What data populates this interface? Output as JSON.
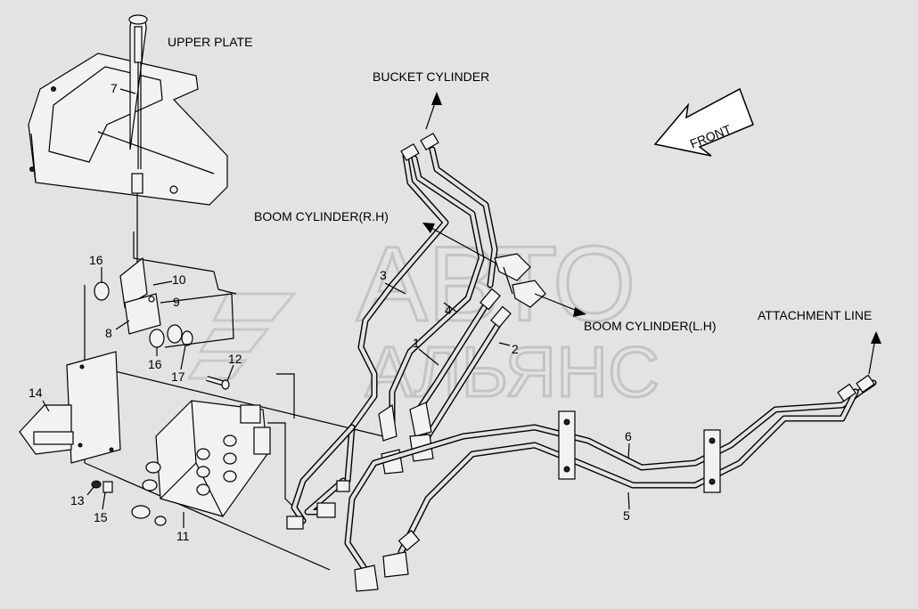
{
  "labels": {
    "upper_plate": "UPPER PLATE",
    "bucket_cylinder": "BUCKET CYLINDER",
    "boom_cylinder_rh": "BOOM CYLINDER(R.H)",
    "boom_cylinder_lh": "BOOM CYLINDER(L.H)",
    "attachment_line": "ATTACHMENT LINE",
    "front": "FRONT"
  },
  "callouts": {
    "c1": "1",
    "c2": "2",
    "c3": "3",
    "c4": "4",
    "c5": "5",
    "c6": "6",
    "c7": "7",
    "c8": "8",
    "c9": "9",
    "c10": "10",
    "c11": "11",
    "c12": "12",
    "c13": "13",
    "c14": "14",
    "c15": "15",
    "c16a": "16",
    "c16b": "16",
    "c17": "17"
  },
  "watermark": {
    "line1": "АВТО",
    "line2": "АЛЬЯНС"
  },
  "colors": {
    "background": "#e3e3e3",
    "line": "#000000",
    "watermark": "#c4c4c4"
  }
}
